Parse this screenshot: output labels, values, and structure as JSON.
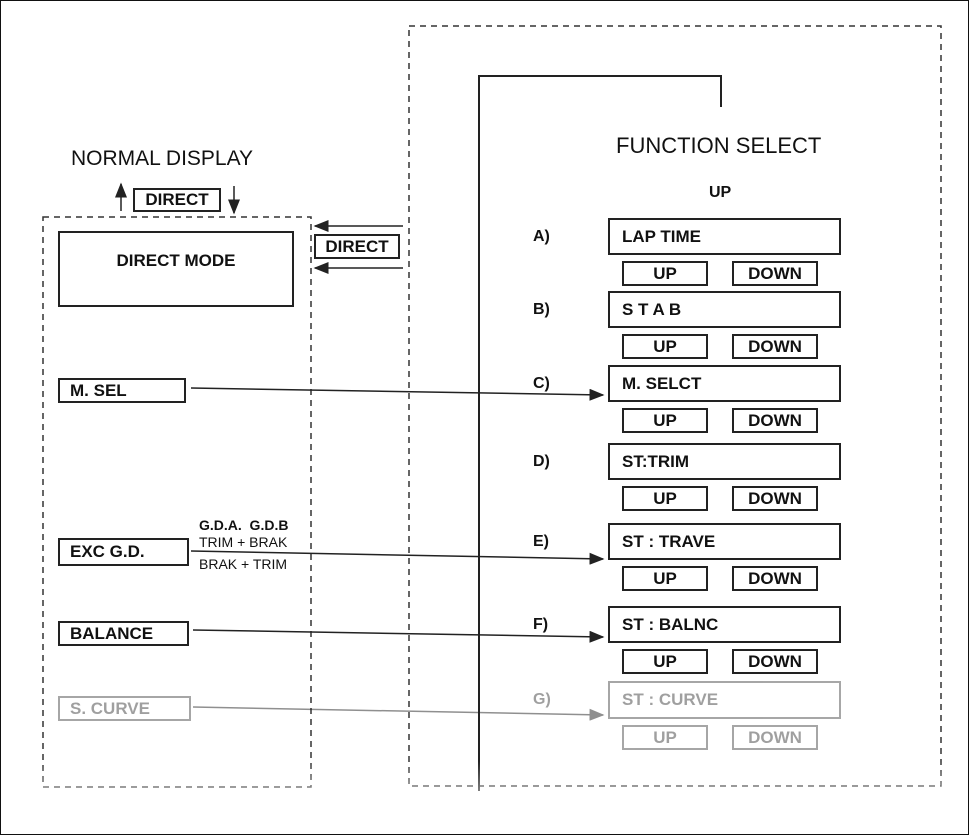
{
  "left": {
    "normal_display": "NORMAL DISPLAY",
    "direct_key_top": "DIRECT",
    "direct_mode": "DIRECT MODE",
    "direct_key_side": "DIRECT",
    "keys": [
      {
        "label": "M. SEL"
      },
      {
        "label": "EXC G.D."
      },
      {
        "label": "BALANCE"
      },
      {
        "label": "S. CURVE"
      }
    ],
    "exc_note": {
      "header": "G.D.A.  G.D.B",
      "line1": "TRIM + BRAK",
      "line2": "BRAK + TRIM"
    }
  },
  "right": {
    "title": "FUNCTION SELECT",
    "up_label": "UP",
    "functions": [
      {
        "letter": "A)",
        "name": "LAP TIME",
        "up": "UP",
        "down": "DOWN"
      },
      {
        "letter": "B)",
        "name": "S T A B",
        "up": "UP",
        "down": "DOWN"
      },
      {
        "letter": "C)",
        "name": "M. SELCT",
        "up": "UP",
        "down": "DOWN"
      },
      {
        "letter": "D)",
        "name": "ST:TRIM",
        "up": "UP",
        "down": "DOWN"
      },
      {
        "letter": "E)",
        "name": "ST : TRAVE",
        "up": "UP",
        "down": "DOWN"
      },
      {
        "letter": "F)",
        "name": "ST : BALNC",
        "up": "UP",
        "down": "DOWN"
      },
      {
        "letter": "G)",
        "name": "ST : CURVE",
        "up": "UP",
        "down": "DOWN"
      }
    ]
  }
}
